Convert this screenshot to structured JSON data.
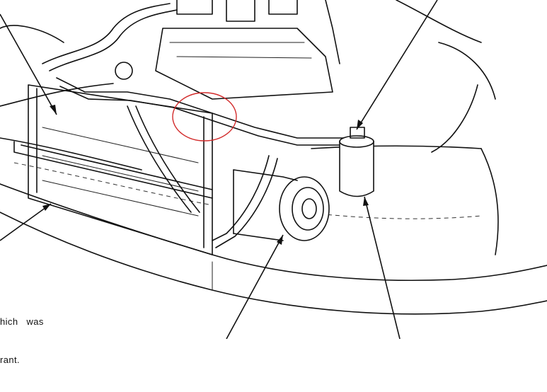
{
  "note": {
    "line1": "hich   was",
    "line2": "rant."
  },
  "highlight_color": "#d22b2b",
  "line_color": "#111111",
  "icons": [
    "arrow-callout-top-left",
    "arrow-callout-top-right",
    "arrow-callout-left",
    "arrow-callout-bottom-center",
    "arrow-callout-bottom-right"
  ]
}
